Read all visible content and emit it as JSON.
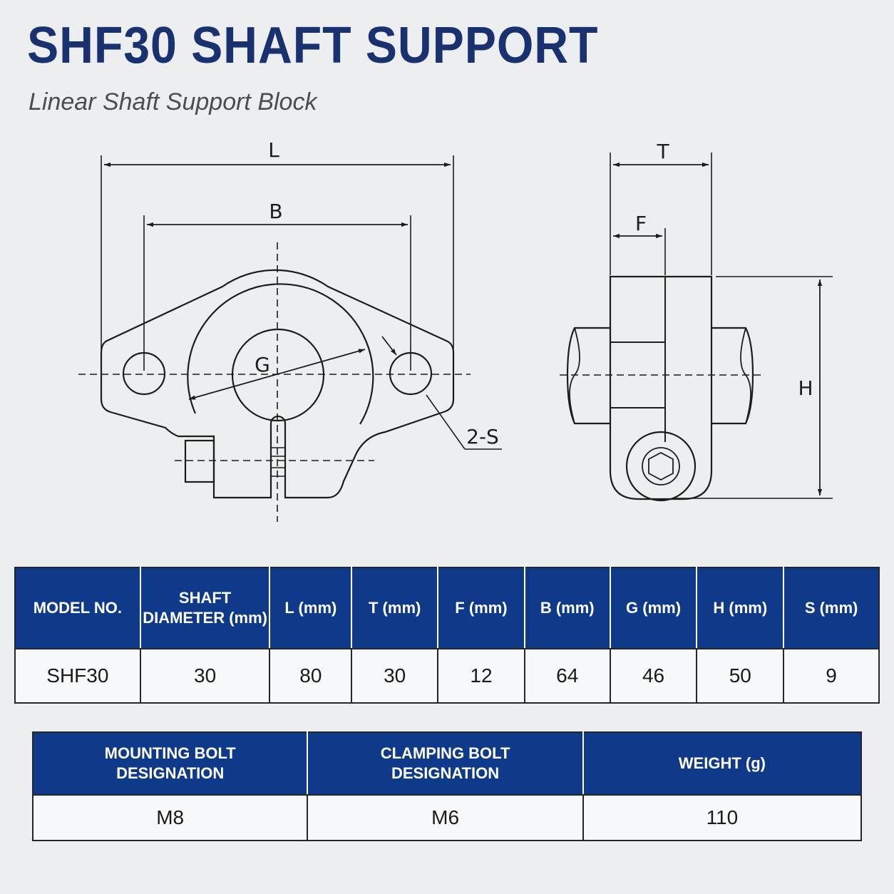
{
  "header": {
    "title": "SHF30 SHAFT SUPPORT",
    "subtitle": "Linear Shaft Support Block"
  },
  "drawing": {
    "labels": {
      "L": "L",
      "B": "B",
      "G": "G",
      "S": "2-S",
      "T": "T",
      "F": "F",
      "H": "H"
    }
  },
  "spec_table": {
    "headers": [
      [
        "MODEL NO."
      ],
      [
        "SHAFT",
        "DIAMETER (mm)"
      ],
      [
        "L (mm)"
      ],
      [
        "T (mm)"
      ],
      [
        "F (mm)"
      ],
      [
        "B (mm)"
      ],
      [
        "G (mm)"
      ],
      [
        "H (mm)"
      ],
      [
        "S (mm)"
      ]
    ],
    "row": [
      "SHF30",
      "30",
      "80",
      "30",
      "12",
      "64",
      "46",
      "50",
      "9"
    ]
  },
  "bolt_table": {
    "headers": [
      [
        "MOUNTING BOLT",
        "DESIGNATION"
      ],
      [
        "CLAMPING BOLT",
        "DESIGNATION"
      ],
      [
        "WEIGHT (g)"
      ]
    ],
    "row": [
      "M8",
      "M6",
      "110"
    ]
  }
}
